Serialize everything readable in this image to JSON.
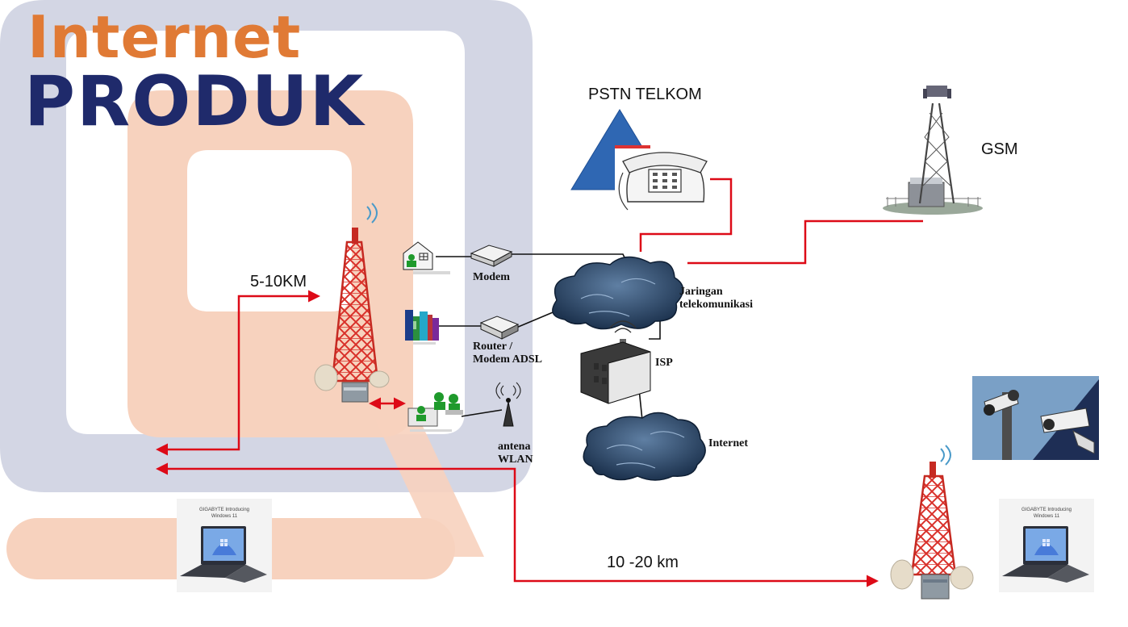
{
  "title": {
    "line1": "Internet",
    "line2": "PRODUK"
  },
  "labels": {
    "pstn": "PSTN  TELKOM",
    "gsm": "GSM",
    "distance_short": "5-10KM",
    "distance_long": "10 -20 km",
    "modem": "Modem",
    "router_line1": "Router /",
    "router_line2": "Modem ADSL",
    "jaringan_line1": "Jaringan",
    "jaringan_line2": "telekomunikasi",
    "isp": "ISP",
    "internet": "Internet",
    "antena_line1": "antena",
    "antena_line2": "WLAN"
  },
  "laptop_cards": [
    {
      "line1": "GIGABYTE Introducing",
      "line2": "Windows 11"
    },
    {
      "line1": "GIGABYTE Introducing",
      "line2": "Windows 11"
    }
  ],
  "colors": {
    "background_frame": "#D3D6E4",
    "background_q": "#F7D2BE",
    "title_orange": "#E07A35",
    "title_navy": "#1F2A6B",
    "link_red": "#DD0A17",
    "tower_red": "#D9302A",
    "triangle_blue": "#2F67B3",
    "cloud_dark": "#1E3450"
  },
  "icons": [
    "telephone-icon",
    "gsm-tower-icon",
    "lattice-tower-icon",
    "cloud-icon",
    "isp-building-icon",
    "modem-icon",
    "router-icon",
    "wlan-antenna-icon",
    "home-user-icon",
    "office-icon",
    "users-icon",
    "cctv-camera-icon",
    "laptop-icon"
  ]
}
